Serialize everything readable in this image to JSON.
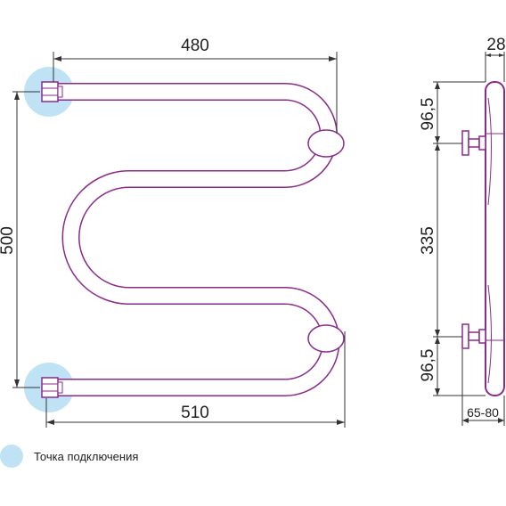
{
  "dimensions": {
    "top_width": "480",
    "bottom_width": "510",
    "height": "500",
    "depth": "28",
    "upper_offset": "96,5",
    "center_distance": "335",
    "lower_offset": "96,5",
    "wall_distance": "65-80"
  },
  "legend": {
    "label": "Точка подключения",
    "dot_icon": "connection-point-icon"
  },
  "colors": {
    "pipe": "#8B2A8B",
    "connection_point": "#BFE3F5",
    "dimension_line": "#333333"
  }
}
